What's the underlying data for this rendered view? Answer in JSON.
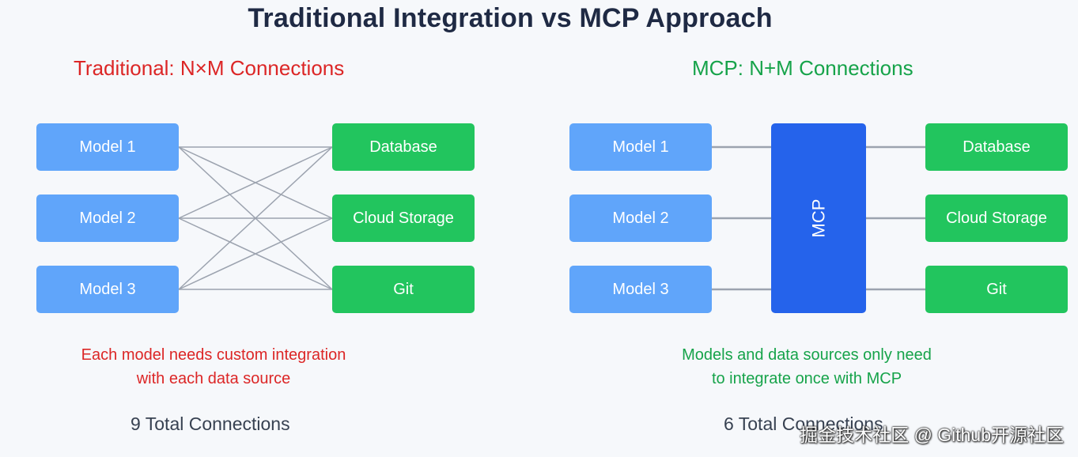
{
  "title": "Traditional Integration vs MCP Approach",
  "traditional": {
    "heading": "Traditional: N×M Connections",
    "models": [
      "Model 1",
      "Model 2",
      "Model 3"
    ],
    "sources": [
      "Database",
      "Cloud Storage",
      "Git"
    ],
    "note_line1": "Each model needs custom integration",
    "note_line2": "with each data source",
    "total": "9 Total Connections"
  },
  "mcp": {
    "heading": "MCP: N+M Connections",
    "models": [
      "Model 1",
      "Model 2",
      "Model 3"
    ],
    "hub_label": "MCP",
    "sources": [
      "Database",
      "Cloud Storage",
      "Git"
    ],
    "note_line1": "Models and data sources only need",
    "note_line2": "to integrate once with MCP",
    "total": "6 Total Connections"
  },
  "watermark": "掘金技术社区 @ Github开源社区",
  "colors": {
    "model": "#60a5fa",
    "source": "#22c55e",
    "hub": "#2563eb",
    "traditional_accent": "#dc2626",
    "mcp_accent": "#16a34a",
    "connector": "#9ca3af"
  }
}
